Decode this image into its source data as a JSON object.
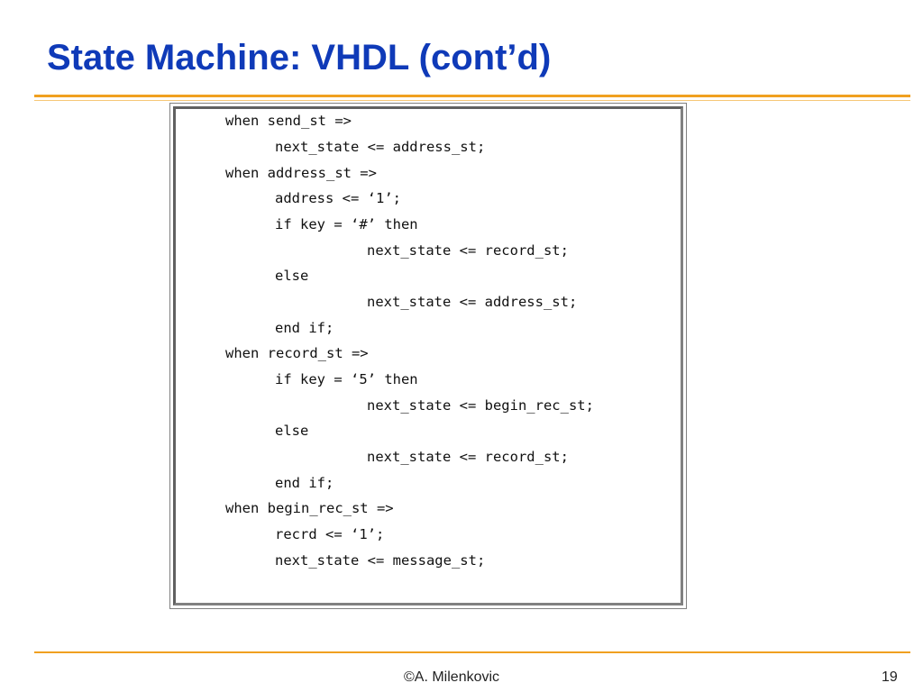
{
  "slide": {
    "title": "State Machine: VHDL (cont’d)",
    "footer_author": "©A. Milenkovic",
    "page_number": "19",
    "accent_color": "#f0a020",
    "title_color": "#0f3ab8"
  },
  "code": {
    "lines": [
      "when send_st =>",
      "next_state <= address_st;",
      "when address_st =>",
      "address <= ‘1’;",
      "if key = ‘#’ then",
      "next_state <= record_st;",
      "else",
      "next_state <= address_st;",
      "end if;",
      "when record_st =>",
      "if key = ‘5’ then",
      "next_state <= begin_rec_st;",
      "else",
      "next_state <= record_st;",
      "end if;",
      "when begin_rec_st =>",
      "recrd <= ‘1’;",
      "next_state <= message_st;"
    ]
  }
}
